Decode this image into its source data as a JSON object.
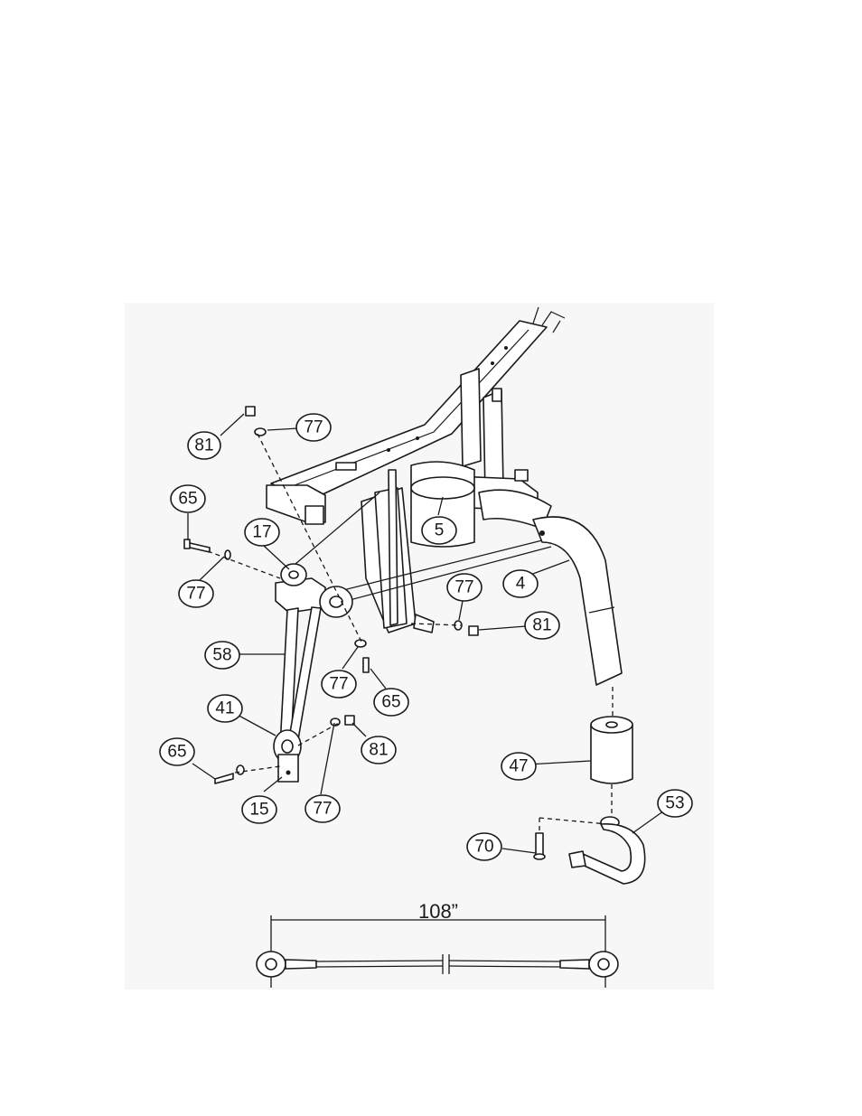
{
  "callouts": [
    {
      "id": "c81a",
      "label": "81"
    },
    {
      "id": "c77a",
      "label": "77"
    },
    {
      "id": "c65a",
      "label": "65"
    },
    {
      "id": "c17",
      "label": "17"
    },
    {
      "id": "c5",
      "label": "5"
    },
    {
      "id": "c77b",
      "label": "77"
    },
    {
      "id": "c4",
      "label": "4"
    },
    {
      "id": "c77c",
      "label": "77"
    },
    {
      "id": "c81b",
      "label": "81"
    },
    {
      "id": "c58",
      "label": "58"
    },
    {
      "id": "c77d",
      "label": "77"
    },
    {
      "id": "c65b",
      "label": "65"
    },
    {
      "id": "c41",
      "label": "41"
    },
    {
      "id": "c81c",
      "label": "81"
    },
    {
      "id": "c65c",
      "label": "65"
    },
    {
      "id": "c47",
      "label": "47"
    },
    {
      "id": "c15",
      "label": "15"
    },
    {
      "id": "c77e",
      "label": "77"
    },
    {
      "id": "c53",
      "label": "53"
    },
    {
      "id": "c70",
      "label": "70"
    }
  ],
  "cable": {
    "length_label": "108”"
  }
}
